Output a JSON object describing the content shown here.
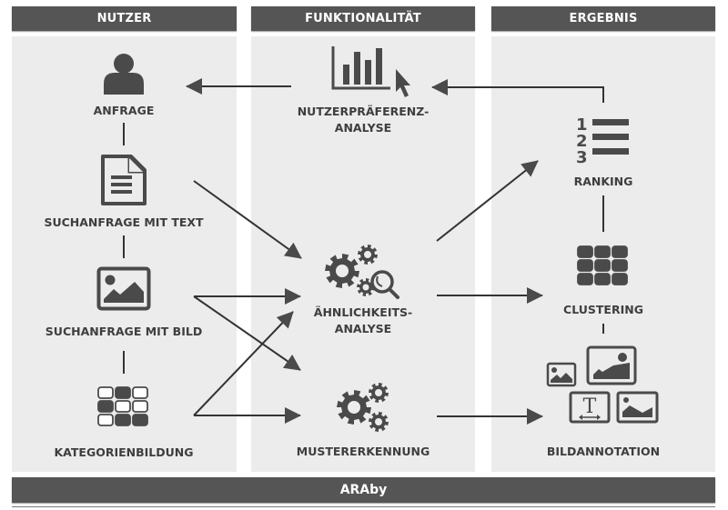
{
  "columns": [
    {
      "id": "nutzer",
      "title": "NUTZER"
    },
    {
      "id": "funktionalitaet",
      "title": "FUNKTIONALITÄT"
    },
    {
      "id": "ergebnis",
      "title": "ERGEBNIS"
    }
  ],
  "nodes": {
    "anfrage": {
      "label": "ANFRAGE",
      "icon": "user-icon"
    },
    "suchanfrage_text": {
      "label": "SUCHANFRAGE MIT TEXT",
      "icon": "document-icon"
    },
    "suchanfrage_bild": {
      "label": "SUCHANFRAGE MIT BILD",
      "icon": "image-icon"
    },
    "kategorienbildung": {
      "label": "KATEGORIENBILDUNG",
      "icon": "category-grid-icon",
      "grid_filled": [
        [
          false,
          true,
          false
        ],
        [
          true,
          false,
          false
        ],
        [
          false,
          true,
          true
        ]
      ]
    },
    "nutzerpraeferenz": {
      "label_line1": "NUTZERPRÄFERENZ-",
      "label_line2": "ANALYSE",
      "icon": "bar-chart-cursor-icon"
    },
    "aehnlichkeit": {
      "label_line1": "ÄHNLICHKEITS-",
      "label_line2": "ANALYSE",
      "icon": "gears-magnifier-icon"
    },
    "mustererkennung": {
      "label": "MUSTERERKENNUNG",
      "icon": "gears-icon"
    },
    "ranking": {
      "label": "RANKING",
      "icon": "ranked-list-icon",
      "numbers": [
        "1",
        "2",
        "3"
      ]
    },
    "clustering": {
      "label": "CLUSTERING",
      "icon": "cluster-grid-icon"
    },
    "bildannotation": {
      "label": "BILDANNOTATION",
      "icon": "image-annotation-icon",
      "text_glyph": "T"
    }
  },
  "edges": [
    {
      "from": "nutzerpraeferenz",
      "to": "anfrage"
    },
    {
      "from": "ranking",
      "to": "nutzerpraeferenz"
    },
    {
      "from": "suchanfrage_text",
      "to": "aehnlichkeit"
    },
    {
      "from": "suchanfrage_bild",
      "to": "aehnlichkeit"
    },
    {
      "from": "suchanfrage_bild",
      "to": "mustererkennung"
    },
    {
      "from": "kategorienbildung",
      "to": "aehnlichkeit"
    },
    {
      "from": "kategorienbildung",
      "to": "mustererkennung"
    },
    {
      "from": "aehnlichkeit",
      "to": "ranking"
    },
    {
      "from": "aehnlichkeit",
      "to": "clustering"
    },
    {
      "from": "mustererkennung",
      "to": "bildannotation"
    }
  ],
  "footer": {
    "title": "ARAby"
  },
  "colors": {
    "bar": "#555555",
    "panel": "#ececec",
    "ink": "#3e3e3e",
    "line": "#333333"
  }
}
